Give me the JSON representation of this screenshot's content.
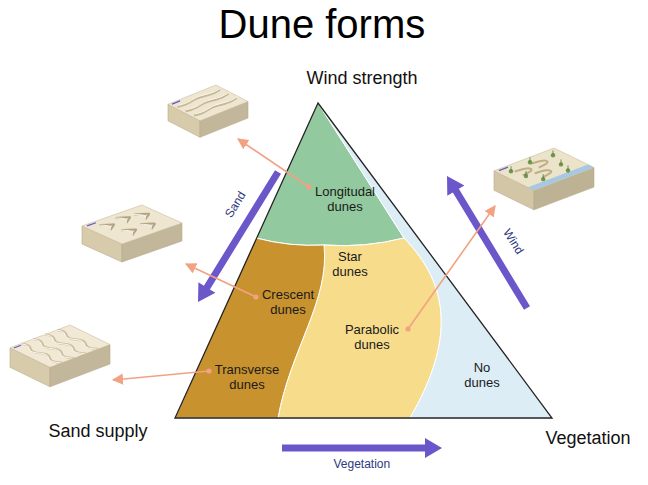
{
  "diagram": {
    "title": "Dune forms",
    "nodes": [
      {
        "text": [
          "Longitudal dunes"
        ]
      },
      {
        "text": [
          "Star dunes",
          "Parabolic dunes"
        ]
      },
      {
        "text": [
          "Crescent dunes",
          "Transverse dunes"
        ]
      },
      {
        "text": [
          "No dunes"
        ]
      }
    ],
    "labels": [
      "Wind strength",
      "Sand supply",
      "Vegetation",
      "Sand",
      "Wind",
      "Vegetation"
    ]
  }
}
